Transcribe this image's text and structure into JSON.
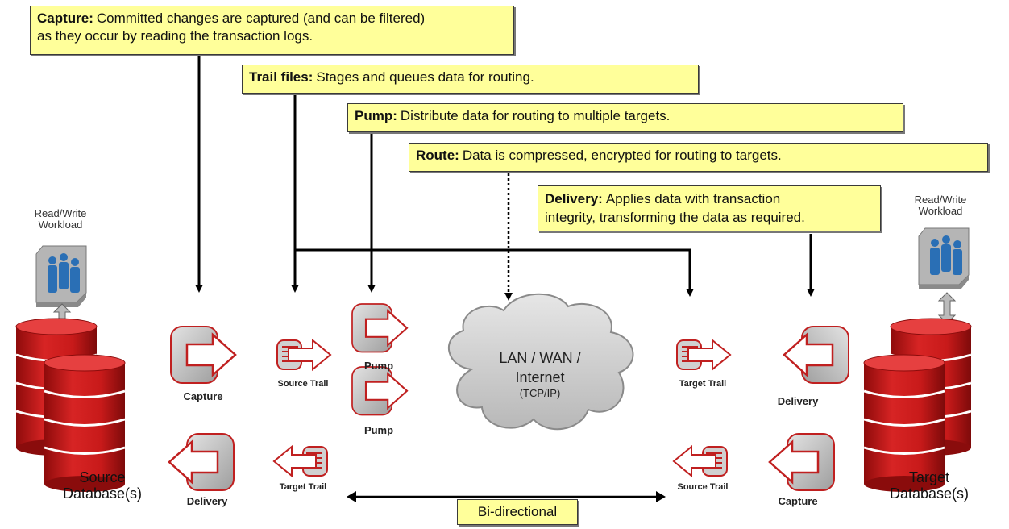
{
  "callouts": {
    "capture": {
      "title": "Capture:",
      "text_line1": "Committed changes are captured (and can be filtered)",
      "text_line2": "as they occur by reading the transaction logs."
    },
    "trail": {
      "title": "Trail files:",
      "text": "Stages and queues data for routing."
    },
    "pump": {
      "title": "Pump:",
      "text": "Distribute data for routing to multiple targets."
    },
    "route": {
      "title": "Route:",
      "text": "Data is compressed, encrypted for routing to targets."
    },
    "delivery": {
      "title": "Delivery:",
      "text_line1": "Applies data with transaction",
      "text_line2": "integrity, transforming the data as required."
    }
  },
  "labels": {
    "workload_left": {
      "line1": "Read/Write",
      "line2": "Workload"
    },
    "workload_right": {
      "line1": "Read/Write",
      "line2": "Workload"
    },
    "source_db": {
      "line1": "Source",
      "line2": "Database(s)"
    },
    "target_db": {
      "line1": "Target",
      "line2": "Database(s)"
    },
    "capture_left": "Capture",
    "delivery_left": "Delivery",
    "source_trail_left": "Source Trail",
    "target_trail_left": "Target Trail",
    "pump_1": "Pump",
    "pump_2": "Pump",
    "target_trail_right": "Target Trail",
    "source_trail_right": "Source Trail",
    "delivery_right": "Delivery",
    "capture_right": "Capture",
    "bidirectional": "Bi-directional"
  },
  "cloud": {
    "line1": "LAN / WAN /",
    "line2": "Internet",
    "line3": "(TCP/IP)"
  },
  "colors": {
    "callout_bg": "#ffff9a",
    "db_red": "#c01818",
    "module_gray": "#c8c8c8",
    "module_border": "#c02020",
    "cloud_gray": "#cfcfcf",
    "person_blue": "#2a6fb5"
  }
}
